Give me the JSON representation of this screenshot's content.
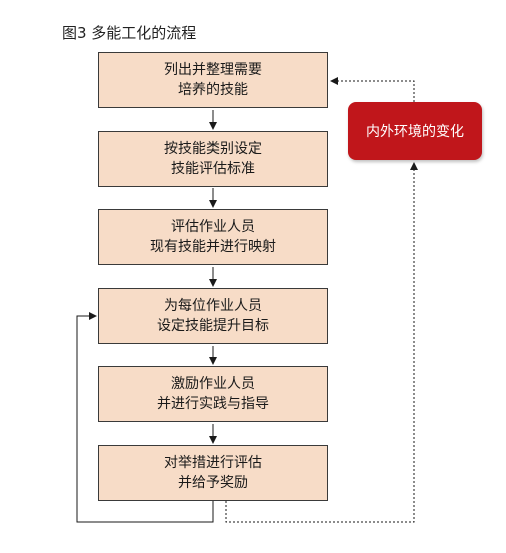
{
  "figure": {
    "title": "图3 多能工化的流程"
  },
  "steps": [
    {
      "line1": "列出并整理需要",
      "line2": "培养的技能"
    },
    {
      "line1": "按技能类别设定",
      "line2": "技能评估标准"
    },
    {
      "line1": "评估作业人员",
      "line2": "现有技能并进行映射"
    },
    {
      "line1": "为每位作业人员",
      "line2": "设定技能提升目标"
    },
    {
      "line1": "激励作业人员",
      "line2": "并进行实践与指导"
    },
    {
      "line1": "对举措进行评估",
      "line2": "并给予奖励"
    }
  ],
  "external": {
    "label": "内外环境的变化"
  },
  "colors": {
    "step_fill": "#f7dcc7",
    "external_fill": "#c0161b"
  }
}
